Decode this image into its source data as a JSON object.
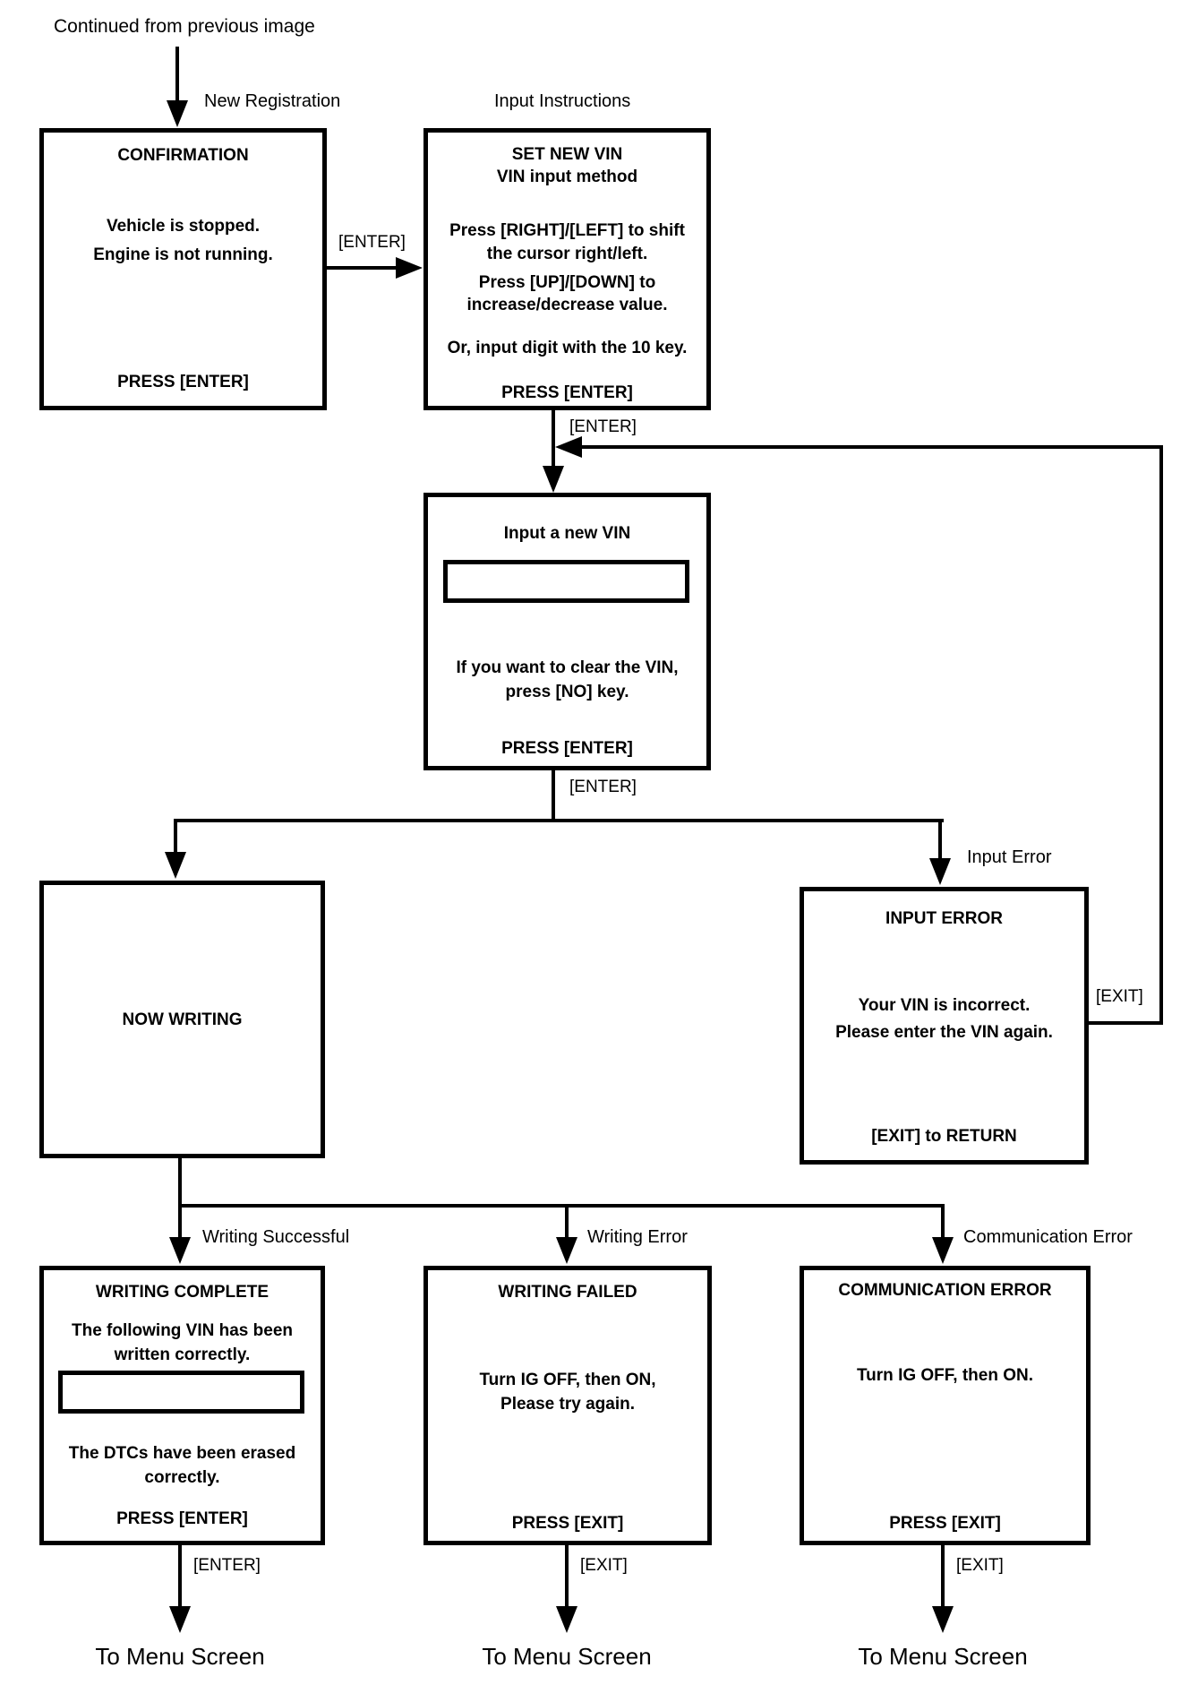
{
  "flow_start": {
    "label": "Continued from previous image"
  },
  "branch_labels": {
    "new_registration": "New Registration",
    "input_instructions": "Input Instructions",
    "input_error": "Input Error",
    "writing_successful": "Writing Successful",
    "writing_error": "Writing Error",
    "communication_error": "Communication Error"
  },
  "key_labels": {
    "enter_confirm_to_instructions": "[ENTER]",
    "enter_instructions_to_input": "[ENTER]",
    "enter_input_to_writing": "[ENTER]",
    "exit_error_return": "[EXIT]",
    "enter_complete_to_menu": "[ENTER]",
    "exit_failed_to_menu": "[EXIT]",
    "exit_comm_to_menu": "[EXIT]"
  },
  "screens": {
    "confirmation": {
      "title": "CONFIRMATION",
      "line1": "Vehicle is stopped.",
      "line2": "Engine is not running.",
      "footer": "PRESS [ENTER]"
    },
    "set_new_vin": {
      "title1": "SET NEW VIN",
      "title2": "VIN input method",
      "line1": "Press [RIGHT]/[LEFT] to shift",
      "line2": "the cursor right/left.",
      "line3": "Press [UP]/[DOWN] to",
      "line4": "increase/decrease value.",
      "line5": "Or, input digit with the 10 key.",
      "footer": "PRESS [ENTER]"
    },
    "input_new_vin": {
      "title": "Input a new VIN",
      "vin_value": "",
      "line1": "If you want to clear the VIN,",
      "line2": "press [NO] key.",
      "footer": "PRESS [ENTER]"
    },
    "now_writing": {
      "title": "NOW WRITING"
    },
    "input_error": {
      "title": "INPUT ERROR",
      "line1": "Your VIN is incorrect.",
      "line2": "Please enter the VIN again.",
      "footer": "[EXIT] to RETURN"
    },
    "writing_complete": {
      "title": "WRITING COMPLETE",
      "line1": "The following VIN has been",
      "line2": "written correctly.",
      "vin_value": "",
      "line3": "The DTCs have been erased",
      "line4": "correctly.",
      "footer": "PRESS [ENTER]"
    },
    "writing_failed": {
      "title": "WRITING FAILED",
      "line1": "Turn IG OFF, then ON,",
      "line2": "Please try again.",
      "footer": "PRESS [EXIT]"
    },
    "communication_error": {
      "title": "COMMUNICATION ERROR",
      "line1": "Turn IG OFF, then ON.",
      "footer": "PRESS [EXIT]"
    }
  },
  "terminals": {
    "menu1": "To Menu Screen",
    "menu2": "To Menu Screen",
    "menu3": "To Menu Screen"
  },
  "colors": {
    "line": "#000000",
    "background": "#ffffff",
    "text": "#000000"
  }
}
